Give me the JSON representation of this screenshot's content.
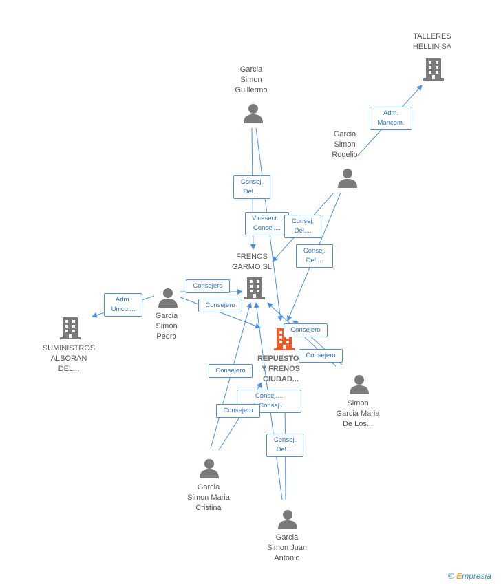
{
  "colors": {
    "edge": "#4a90e2",
    "person": "#7a7a7a",
    "company": "#7a7a7a",
    "focus_company": "#f05a28"
  },
  "nodes": {
    "talleres": {
      "label": "TALLERES\nHELLIN SA",
      "icon": "building-icon"
    },
    "guillermo": {
      "label": "Garcia\nSimon\nGuillermo",
      "icon": "person-icon"
    },
    "rogelio": {
      "label": "Garcia\nSimon\nRogelio",
      "icon": "person-icon"
    },
    "frenos_garmo": {
      "label": "FRENOS\nGARMO SL",
      "icon": "building-icon"
    },
    "pedro": {
      "label": "Garcia\nSimon\nPedro",
      "icon": "person-icon"
    },
    "suministros": {
      "label": "SUMINISTROS\nALBORAN\nDEL...",
      "icon": "building-icon"
    },
    "repuestos": {
      "label": "REPUESTOS\nY FRENOS\nCIUDAD...",
      "icon": "building-icon"
    },
    "maria_de_los": {
      "label": "Simon\nGarcia Maria\nDe Los...",
      "icon": "person-icon"
    },
    "cristina": {
      "label": "Garcia\nSimon Maria\nCristina",
      "icon": "person-icon"
    },
    "juan_antonio": {
      "label": "Garcia\nSimon Juan\nAntonio",
      "icon": "person-icon"
    }
  },
  "edges": {
    "adm_mancom": "Adm.\nMancom.",
    "consej_del_1": "Consej.\nDel....",
    "vicesecr": "Vicesecr. ,\nConsej....",
    "consej_del_2": "Consej.\nDel....",
    "consej_del_3": "Consej.\nDel....",
    "adm_unico": "Adm.\nUnico,...",
    "consejero_1": "Consejero",
    "consejero_2": "Consejero",
    "consejero_3": "Consejero",
    "consejero_4": "Consejero",
    "consejero_5": "Consejero",
    "consej_d_consej": "Consej....\nd.,Consej....",
    "consejero_6": "Consejero",
    "consej_del_4": "Consej.\nDel...."
  },
  "watermark": {
    "symbol": "©",
    "brand_initial": "E",
    "brand_rest": "mpresia"
  }
}
